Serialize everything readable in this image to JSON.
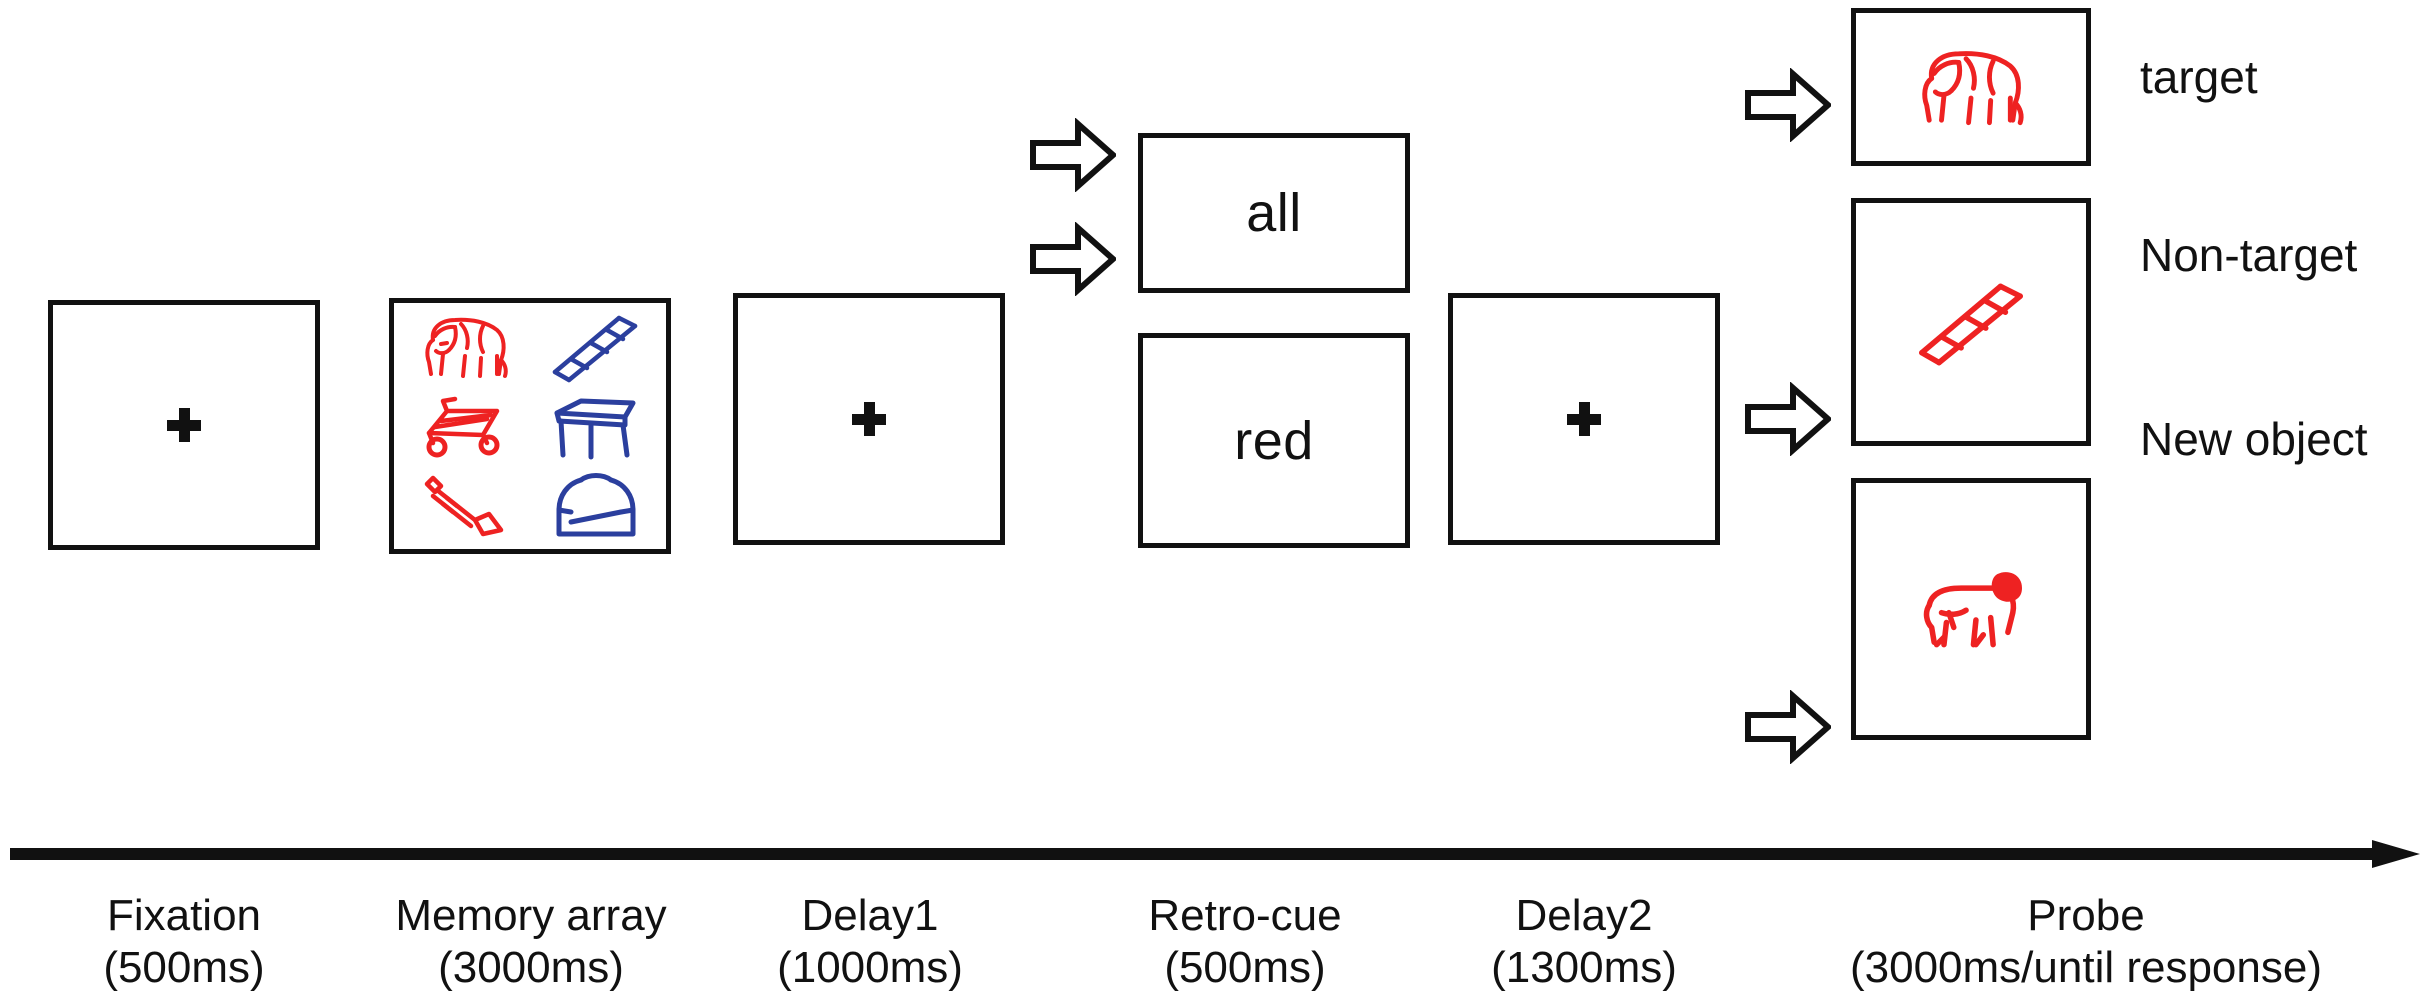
{
  "figure": {
    "title": "Working memory retro-cue task procedure",
    "background_color": "#ffffff",
    "stroke_color": "#111111",
    "red_color": "#ee2222",
    "blue_color": "#2b3f9e"
  },
  "stages": [
    {
      "name": "Fixation",
      "duration": "(500ms)"
    },
    {
      "name": "Memory array",
      "duration": "(3000ms)"
    },
    {
      "name": "Delay1",
      "duration": "(1000ms)"
    },
    {
      "name": "Retro-cue",
      "duration": "(500ms)"
    },
    {
      "name": "Delay2",
      "duration": "(1300ms)"
    },
    {
      "name": "Probe",
      "duration": "(3000ms/until response)"
    }
  ],
  "fixation": {
    "icon": "plus-fixation-cross"
  },
  "memory_array": {
    "items": [
      {
        "object": "elephant",
        "color": "red",
        "color_hex": "#ee2222",
        "position": "top-left"
      },
      {
        "object": "ladder",
        "color": "blue",
        "color_hex": "#2b3f9e",
        "position": "top-right"
      },
      {
        "object": "cart",
        "color": "red",
        "color_hex": "#ee2222",
        "position": "middle-left"
      },
      {
        "object": "table",
        "color": "blue",
        "color_hex": "#2b3f9e",
        "position": "middle-right"
      },
      {
        "object": "trumpet",
        "color": "red",
        "color_hex": "#ee2222",
        "position": "bottom-left"
      },
      {
        "object": "sweater",
        "color": "blue",
        "color_hex": "#2b3f9e",
        "position": "bottom-right"
      }
    ]
  },
  "retro_cue": {
    "options": [
      {
        "label": "all",
        "branch": "upper"
      },
      {
        "label": "red",
        "branch": "lower"
      }
    ]
  },
  "delay1": {
    "icon": "plus-fixation-cross"
  },
  "delay2": {
    "icon": "plus-fixation-cross"
  },
  "probe": {
    "conditions": [
      {
        "label": "target",
        "object": "elephant",
        "color": "red",
        "color_hex": "#ee2222"
      },
      {
        "label": "Non-target",
        "object": "ladder",
        "color": "red",
        "color_hex": "#ee2222"
      },
      {
        "label": "New object",
        "object": "cow",
        "color": "red",
        "color_hex": "#ee2222"
      }
    ]
  },
  "arrows": {
    "block_arrow_icon": "block-arrow-right-icon",
    "timeline_icon": "timeline-arrow-right-icon",
    "count": 5
  }
}
